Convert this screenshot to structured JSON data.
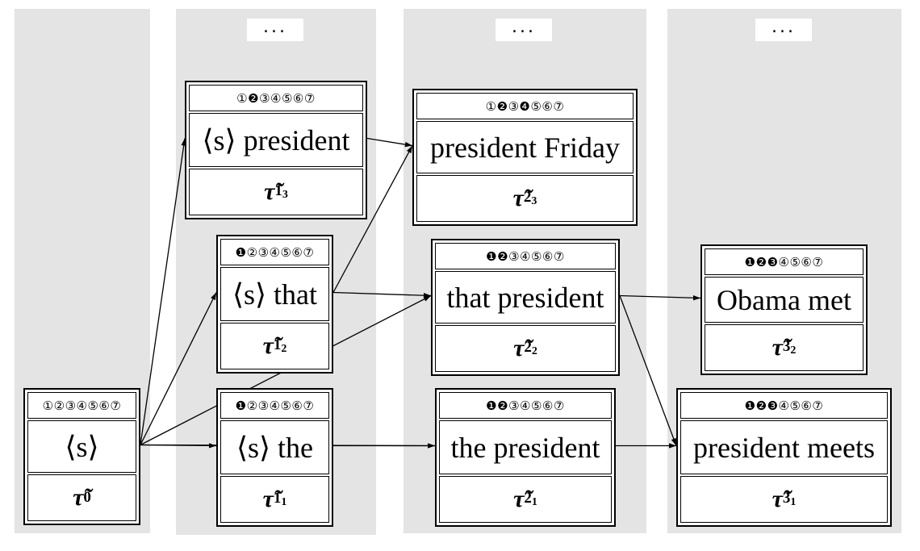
{
  "ellipsis": "...",
  "columns": [
    "",
    "...",
    "...",
    "..."
  ],
  "nodes": {
    "t0": {
      "coverage": "①②③④⑤⑥⑦",
      "phrase": "⟨s⟩",
      "label": "τ̃",
      "sub": "0",
      "subsub": ""
    },
    "t11": {
      "coverage": "❶②③④⑤⑥⑦",
      "phrase": "⟨s⟩ the",
      "label": "τ̃",
      "sub": "1",
      "subsub": "1"
    },
    "t12": {
      "coverage": "❶②③④⑤⑥⑦",
      "phrase": "⟨s⟩ that",
      "label": "τ̃",
      "sub": "1",
      "subsub": "2"
    },
    "t13": {
      "coverage": "①❷③④⑤⑥⑦",
      "phrase": "⟨s⟩ president",
      "label": "τ̃",
      "sub": "1",
      "subsub": "3"
    },
    "t21": {
      "coverage": "❶❷③④⑤⑥⑦",
      "phrase": "the president",
      "label": "τ̃",
      "sub": "2",
      "subsub": "1"
    },
    "t22": {
      "coverage": "❶❷③④⑤⑥⑦",
      "phrase": "that president",
      "label": "τ̃",
      "sub": "2",
      "subsub": "2"
    },
    "t23": {
      "coverage": "①❷③❹⑤⑥⑦",
      "phrase": "president Friday",
      "label": "τ̃",
      "sub": "2",
      "subsub": "3"
    },
    "t31": {
      "coverage": "❶❷❸④⑤⑥⑦",
      "phrase": "president meets",
      "label": "τ̃",
      "sub": "3",
      "subsub": "1"
    },
    "t32": {
      "coverage": "❶❷❸④⑤⑥⑦",
      "phrase": "Obama met",
      "label": "τ̃",
      "sub": "3",
      "subsub": "2"
    }
  },
  "edges": [
    [
      "t0",
      "t11"
    ],
    [
      "t0",
      "t12"
    ],
    [
      "t0",
      "t13"
    ],
    [
      "t0",
      "t21"
    ],
    [
      "t0",
      "t22"
    ],
    [
      "t11",
      "t21"
    ],
    [
      "t12",
      "t22"
    ],
    [
      "t12",
      "t23"
    ],
    [
      "t13",
      "t23"
    ],
    [
      "t21",
      "t31"
    ],
    [
      "t22",
      "t31"
    ],
    [
      "t22",
      "t32"
    ]
  ]
}
